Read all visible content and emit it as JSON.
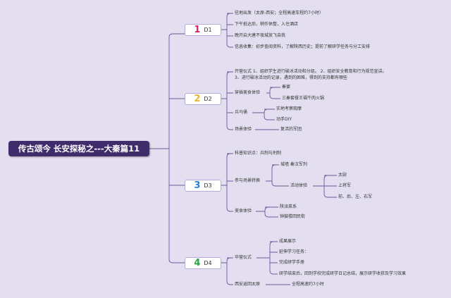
{
  "root": {
    "title": "传古颂今 长安探秘之---大秦篇11"
  },
  "colors": {
    "root_bg": "#3e2c6b",
    "line": "#6a5a99",
    "d1_num": "#e0206a",
    "d2_num": "#e8b52d",
    "d3_num": "#2c7fd8",
    "d4_num": "#29a34a"
  },
  "days": [
    {
      "number": "1",
      "label": "D1",
      "items": [
        {
          "text": "驻地出发（太原-西安；全程高速车程约7小时）"
        },
        {
          "text": "下午抵达后，稍作休整，入住酒店"
        },
        {
          "text": "晚开启大唐不夜城放飞自我"
        },
        {
          "text": "信息收集：初步查阅资料，了解陕西历史；提前了解研学任务与分工安排"
        }
      ]
    },
    {
      "number": "2",
      "label": "D2",
      "items": [
        {
          "text": "开营仪式 1、组织学生进行破冰活动和分组。 2、组织安全教育和行为规范宣讲。",
          "text2": "3、进行破冰活动的记录，遇到的困难，得到的支持都有哪些"
        },
        {
          "text": "穿插美食体验",
          "children": [
            "秦宴",
            "三秦套餐王福牛肉火锅"
          ]
        },
        {
          "text": "兵马俑",
          "children": [
            "实地考察观摩",
            "动手DIY"
          ]
        },
        {
          "text": "场景体验",
          "children": [
            "复活的军团"
          ]
        }
      ]
    },
    {
      "number": "3",
      "label": "D3",
      "items": [
        {
          "text": "科普知识点：兵制与刑制"
        },
        {
          "text": "参与场景转换",
          "children": [
            {
              "text": "城墙 秦汉军列"
            },
            {
              "text": "活动体验",
              "children": [
                "太尉",
                "上将军",
                "前、后、左、右军"
              ]
            }
          ]
        },
        {
          "text": "美食体验",
          "children": [
            "陕派菜系",
            "钟鼓楼回民街"
          ]
        }
      ]
    },
    {
      "number": "4",
      "label": "D4",
      "items": [
        {
          "text": "毕营仪式",
          "children": [
            "成果展示",
            "延伸学习任务：",
            "完成研学手册",
            "研学结束后，回到学校完成研学日记总结，展示研学收获及学习效果"
          ]
        },
        {
          "text": "西安返回太原",
          "children": [
            "全程高速约7小时"
          ]
        }
      ]
    }
  ]
}
